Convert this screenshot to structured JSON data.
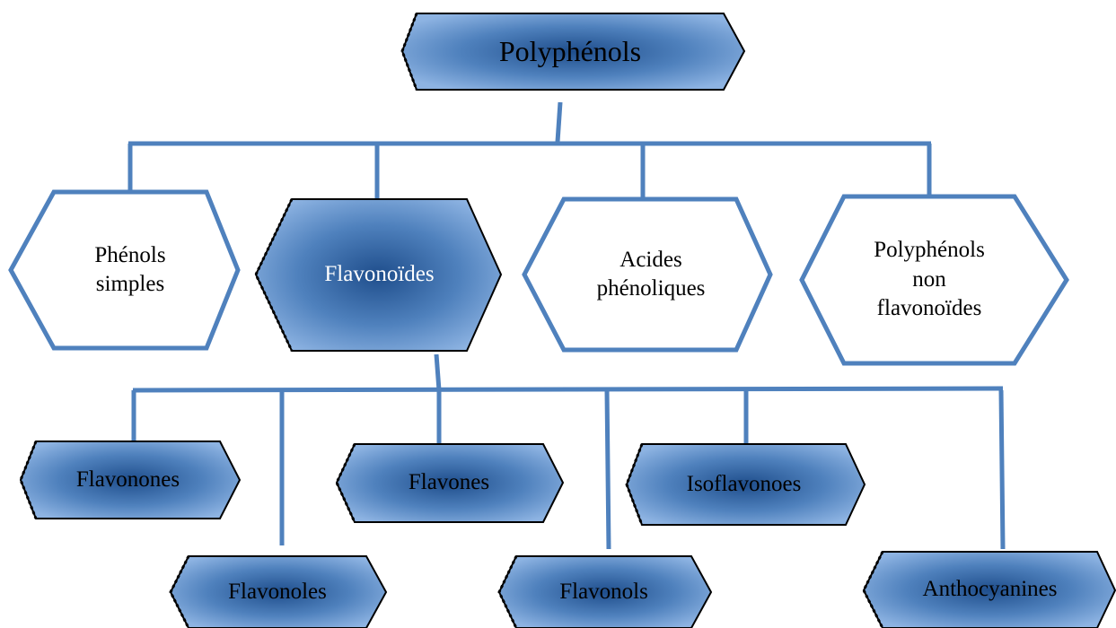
{
  "colors": {
    "connector": "#4f81bd",
    "shape_fill_light": "#8db3e2",
    "shape_fill_mid": "#4f81bd",
    "shape_fill_dark": "#1f4e8c",
    "outline": "#000000",
    "white_shape_stroke": "#4f81bd"
  },
  "nodes": {
    "root": {
      "label": "Polyphénols"
    },
    "level1": [
      {
        "label_lines": [
          "Phénols",
          "simples"
        ]
      },
      {
        "label_lines": [
          "Flavonoïdes"
        ]
      },
      {
        "label_lines": [
          "Acides",
          "phénoliques"
        ]
      },
      {
        "label_lines": [
          "Polyphénols",
          "non",
          "flavonoïdes"
        ]
      }
    ],
    "level2": [
      {
        "label": "Flavonones"
      },
      {
        "label": "Flavones"
      },
      {
        "label": "Isoflavonoes"
      },
      {
        "label": "Flavonoles"
      },
      {
        "label": "Flavonols"
      },
      {
        "label": "Anthocyanines"
      }
    ]
  }
}
